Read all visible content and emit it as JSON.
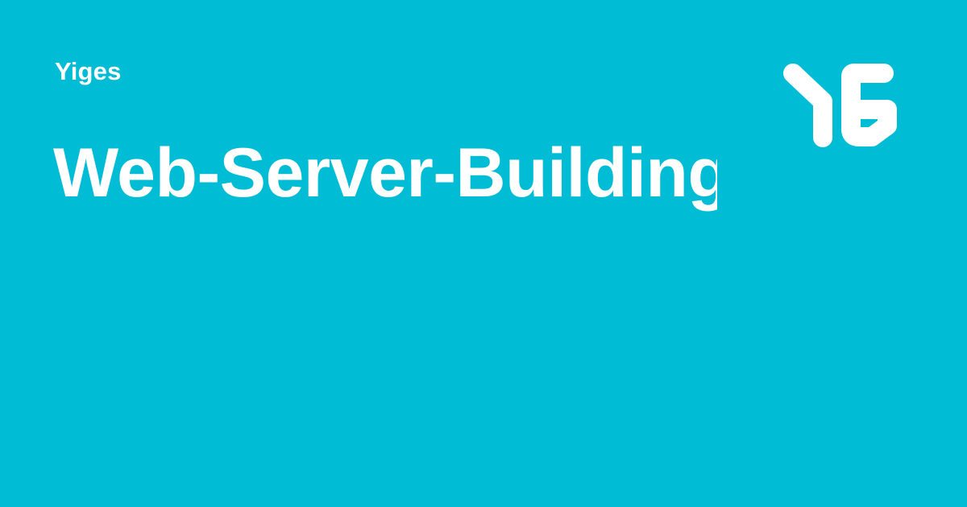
{
  "brand": {
    "name": "Yiges",
    "logo_icon": "yg-monogram-icon",
    "logo_text": "YG"
  },
  "page": {
    "title": "Web-Server-Building"
  },
  "colors": {
    "background": "#00BCD4",
    "foreground": "#FFFFFF"
  }
}
